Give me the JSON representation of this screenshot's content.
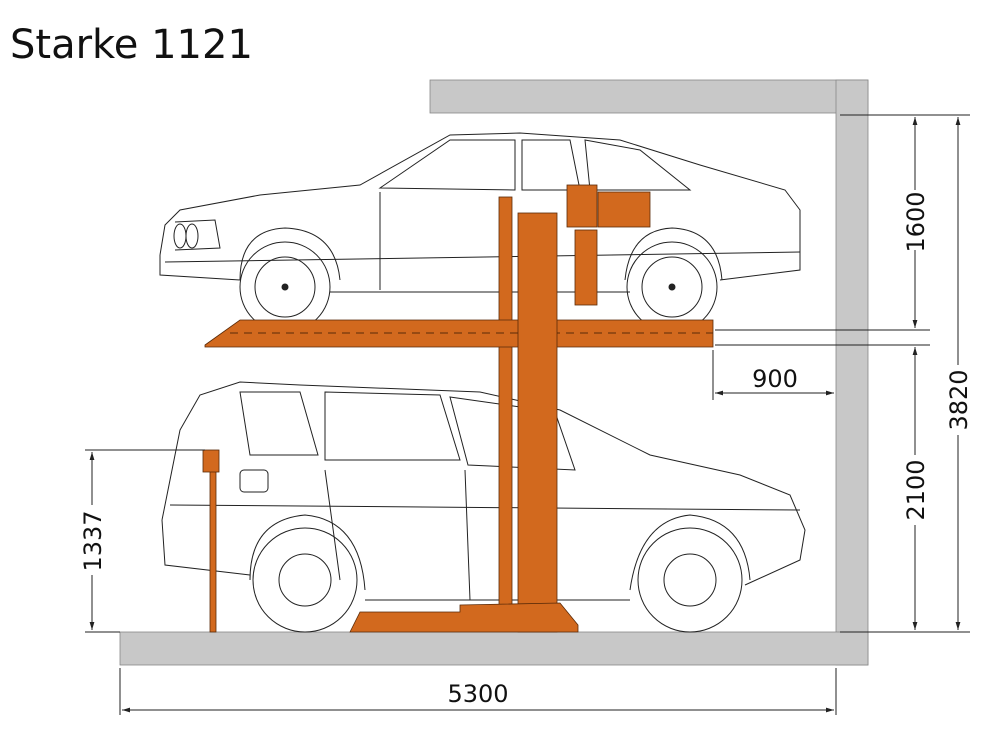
{
  "title": "Starke 1121",
  "dimensions": {
    "upper_clearance": "1600",
    "lower_clearance": "2100",
    "total_height": "3820",
    "rear_gap": "900",
    "total_length": "5300",
    "control_post_height": "1337"
  },
  "colors": {
    "lift": "#D2691E",
    "structure": "#C8C8C8"
  }
}
